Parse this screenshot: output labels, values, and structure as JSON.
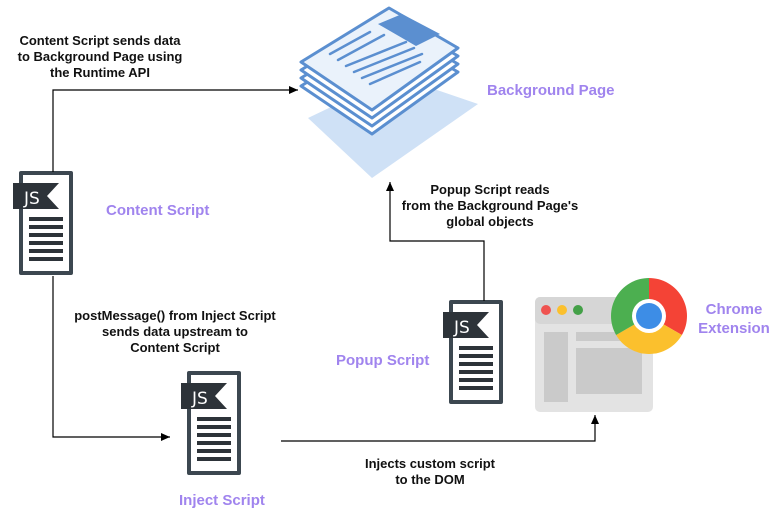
{
  "nodes": {
    "background_page": {
      "label": "Background Page"
    },
    "content_script": {
      "label": "Content Script",
      "badge": "JS"
    },
    "inject_script": {
      "label": "Inject Script",
      "badge": "JS"
    },
    "popup_script": {
      "label": "Popup Script",
      "badge": "JS"
    },
    "chrome_extension": {
      "label": "Chrome\nExtension"
    }
  },
  "edges": {
    "content_to_background": "Content Script sends data\nto Background Page using\nthe Runtime API",
    "popup_reads_background": "Popup Script reads\nfrom the Background Page's\nglobal objects",
    "inject_to_content": "postMessage() from Inject Script\nsends data upstream to\nContent Script",
    "inject_to_dom": "Injects custom script\nto the DOM"
  },
  "colors": {
    "label_purple": "#a084ee",
    "doc_blue": "#5b8fd0",
    "doc_fill": "#eaf2fb",
    "doc_shadow": "#cfe1f6",
    "js_doc_stroke": "#3c4750",
    "browser_gray": "#e3e3e3",
    "line": "#000000"
  },
  "icons": [
    "document-stack-icon",
    "js-file-icon",
    "browser-window-icon",
    "chrome-logo-icon"
  ]
}
